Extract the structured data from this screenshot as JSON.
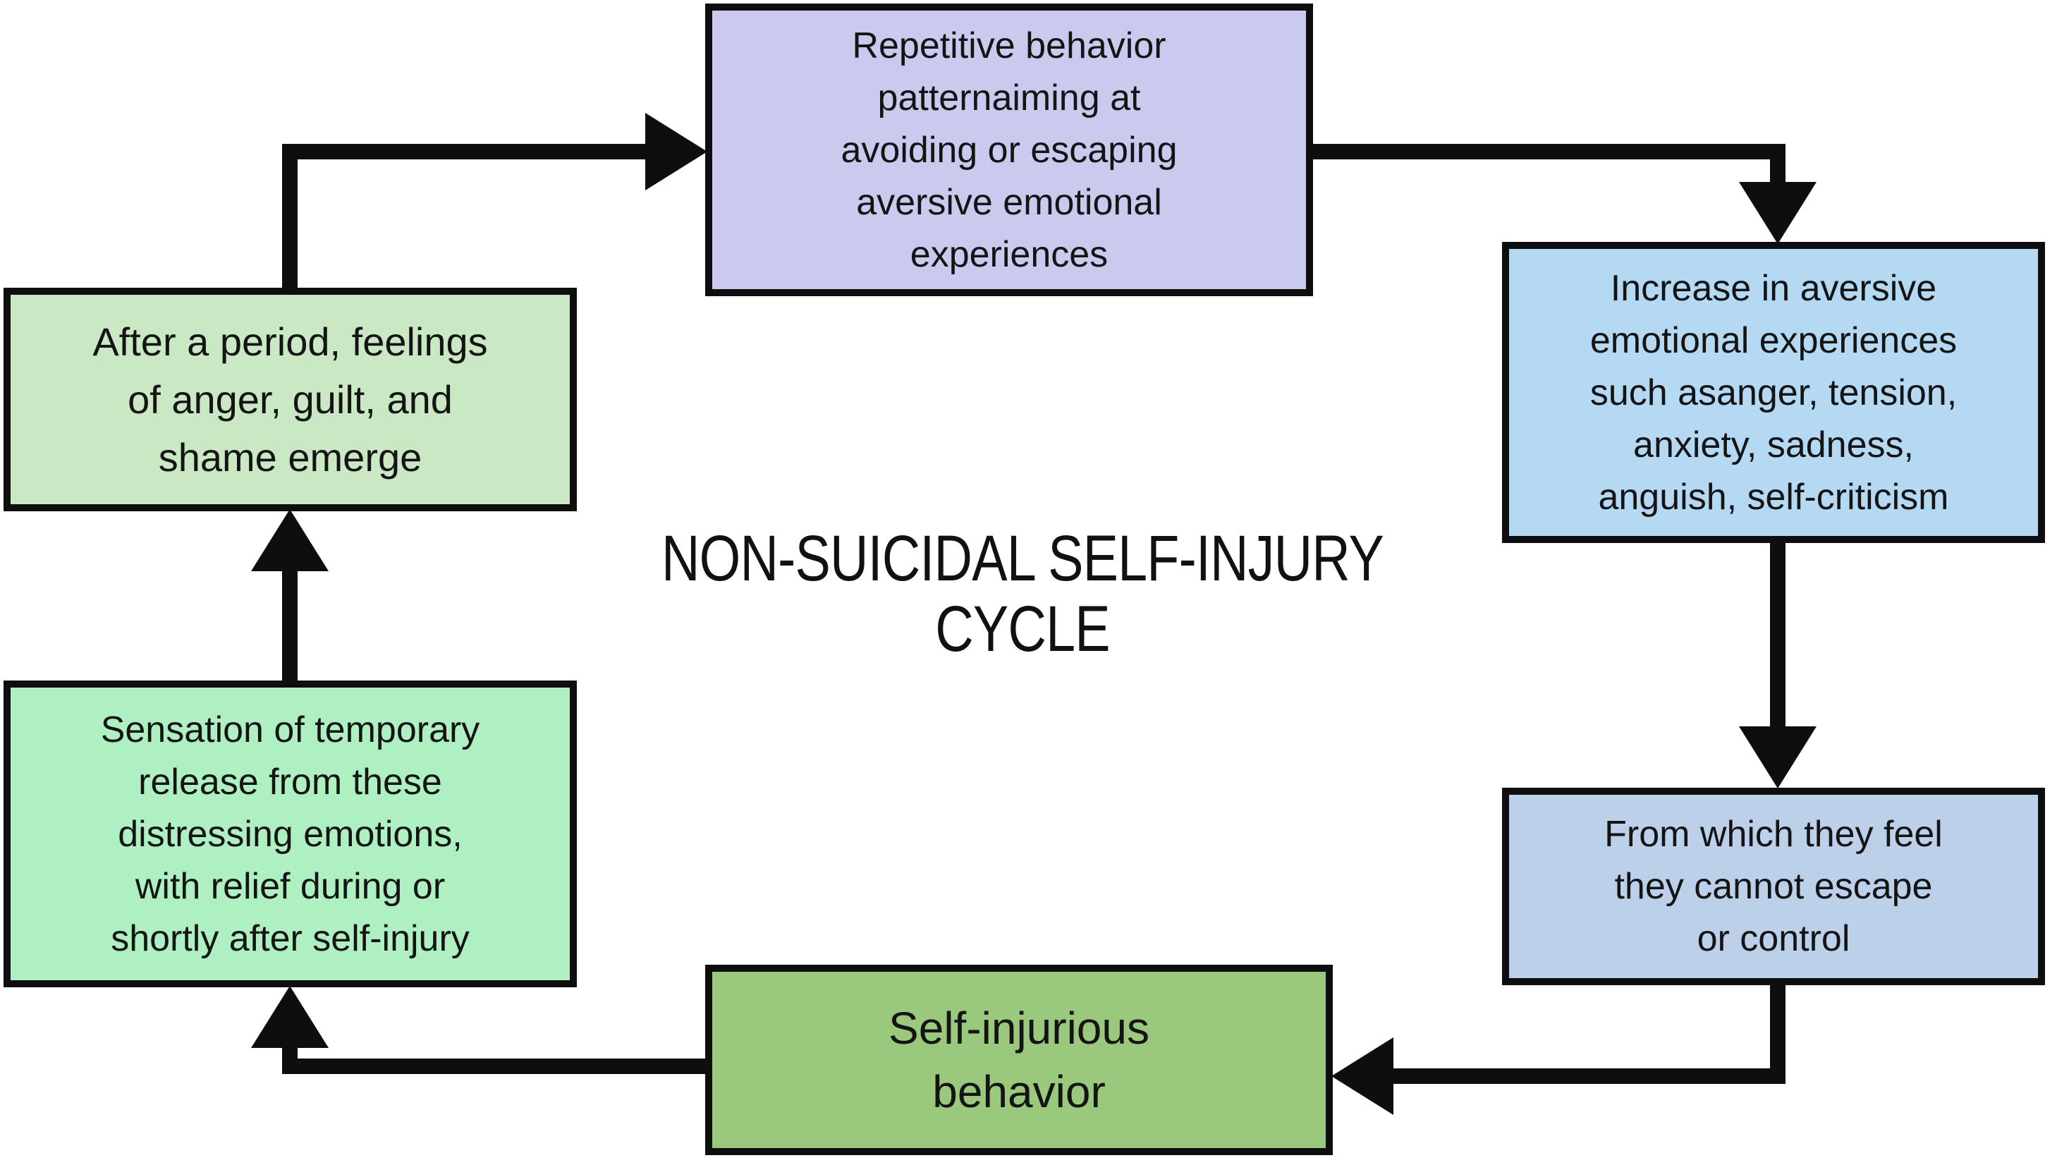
{
  "title": {
    "lines": [
      "NON-SUICIDAL SELF-INJURY",
      "CYCLE"
    ]
  },
  "boxes": {
    "repetitive": {
      "lines": [
        "Repetitive behavior",
        "patternaiming at",
        "avoiding or escaping",
        "aversive emotional",
        "experiences"
      ],
      "fill": "#c9caee"
    },
    "increase": {
      "lines": [
        "Increase in aversive",
        "emotional experiences",
        "such asanger, tension,",
        "anxiety, sadness,",
        "anguish, self-criticism"
      ],
      "fill": "#b5d8f3"
    },
    "escape": {
      "lines": [
        "From which they feel",
        "they cannot escape",
        "or control"
      ],
      "fill": "#bdd0e9"
    },
    "self_injury": {
      "lines": [
        "Self-injurious",
        "behavior"
      ],
      "fill": "#9ac87d"
    },
    "release": {
      "lines": [
        "Sensation of temporary",
        "release from these",
        "distressing emotions,",
        "with relief during or",
        "shortly after self-injury"
      ],
      "fill": "#aef0c2"
    },
    "after": {
      "lines": [
        "After a period, feelings",
        "of anger, guilt, and",
        "shame emerge"
      ],
      "fill": "#cbe8c5"
    }
  },
  "arrows": {
    "color": "#0e0e0e",
    "flow": [
      {
        "from": "after",
        "to": "repetitive"
      },
      {
        "from": "repetitive",
        "to": "increase"
      },
      {
        "from": "increase",
        "to": "escape"
      },
      {
        "from": "escape",
        "to": "self_injury"
      },
      {
        "from": "self_injury",
        "to": "release"
      },
      {
        "from": "release",
        "to": "after"
      }
    ]
  },
  "colors": {
    "background": "#ffffff",
    "border": "#0e0e0e",
    "text": "#141414"
  }
}
